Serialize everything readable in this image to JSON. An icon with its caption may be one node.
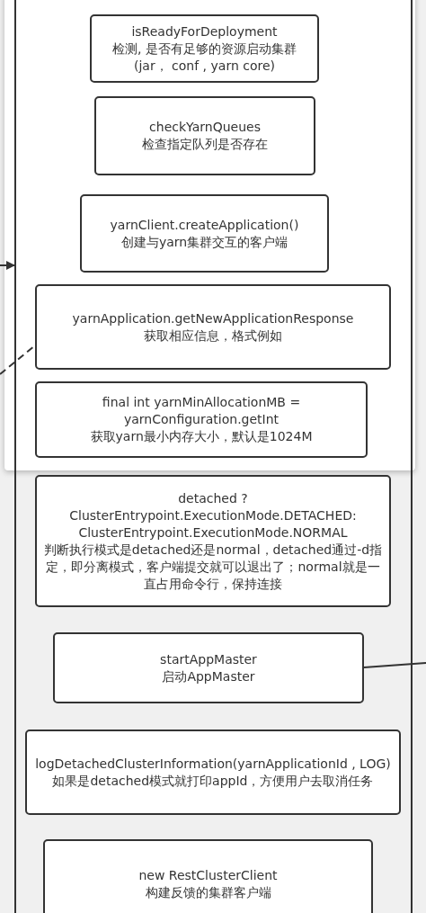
{
  "diagram": {
    "nodes": [
      {
        "text": [],
        "shape": "box"
      },
      {
        "text": [
          "isReadyForDeployment",
          "检测, 是否有足够的资源启动集群 (jar， conf , yarn core)"
        ],
        "in": 0
      },
      {
        "text": [
          "checkYarnQueues",
          "检查指定队列是否存在"
        ],
        "in": 0
      },
      {
        "text": [
          "yarnClient.createApplication()",
          "创建与yarn集群交互的客户端"
        ],
        "in": 0
      },
      {
        "text": [
          "yarnApplication.getNewApplicationResponse",
          "获取相应信息，格式例如"
        ],
        "in": 0
      },
      {
        "text": [
          "final int yarnMinAllocationMB = yarnConfiguration.getInt",
          "获取yarn最小内存大小，默认是1024M"
        ],
        "in": 0
      },
      {
        "text": [
          "detached ? ClusterEntrypoint.ExecutionMode.DETACHED: ClusterEntrypoint.ExecutionMode.NORMAL",
          "判断执行模式是detached还是normal，detached通过-d指定，即分离模式，客户端提交就可以退出了；normal就是一直占用命令行，保持连接"
        ],
        "in": 0
      },
      {
        "text": [
          "startAppMaster",
          "启动AppMaster"
        ],
        "in": 0
      },
      {
        "text": [
          "logDetachedClusterInformation(yarnApplicationId , LOG)",
          "如果是detached模式就打印appId，方便用户去取消任务"
        ],
        "in": 0
      },
      {
        "text": [
          "new RestClusterClient",
          "构建反馈的集群客户端"
        ],
        "in": 0
      }
    ],
    "edges": [
      {
        "from": null,
        "to": 0,
        "arrow": "to"
      },
      {
        "from": null,
        "to": 4,
        "arrow": "none",
        "style": "dashed"
      },
      {
        "from": null,
        "to": 7,
        "arrow": "none"
      }
    ]
  }
}
